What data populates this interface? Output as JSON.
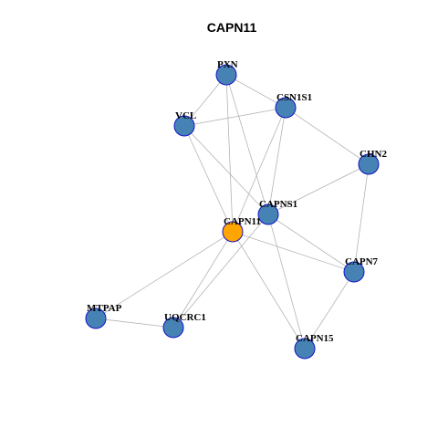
{
  "title": "CAPN11",
  "colors": {
    "node_fill": "#4682b4",
    "node_stroke": "#1414c8",
    "center_fill": "#ffa500",
    "edge": "#b4b4b4"
  },
  "nodes": [
    {
      "id": "PXN",
      "label": "PXN",
      "center": false
    },
    {
      "id": "CSN1S1",
      "label": "CSN1S1",
      "center": false
    },
    {
      "id": "VCL",
      "label": "VCL",
      "center": false
    },
    {
      "id": "CHN2",
      "label": "CHN2",
      "center": false
    },
    {
      "id": "CAPNS1",
      "label": "CAPNS1",
      "center": false
    },
    {
      "id": "CAPN11",
      "label": "CAPN11",
      "center": true
    },
    {
      "id": "CAPN7",
      "label": "CAPN7",
      "center": false
    },
    {
      "id": "MTPAP",
      "label": "MTPAP",
      "center": false
    },
    {
      "id": "UQCRC1",
      "label": "UQCRC1",
      "center": false
    },
    {
      "id": "CAPN15",
      "label": "CAPN15",
      "center": false
    }
  ],
  "edges": [
    [
      "PXN",
      "CSN1S1"
    ],
    [
      "PXN",
      "VCL"
    ],
    [
      "PXN",
      "CAPN11"
    ],
    [
      "PXN",
      "CAPNS1"
    ],
    [
      "CSN1S1",
      "VCL"
    ],
    [
      "CSN1S1",
      "CHN2"
    ],
    [
      "CSN1S1",
      "CAPN11"
    ],
    [
      "CSN1S1",
      "CAPNS1"
    ],
    [
      "VCL",
      "CAPN11"
    ],
    [
      "VCL",
      "CAPNS1"
    ],
    [
      "CHN2",
      "CAPNS1"
    ],
    [
      "CHN2",
      "CAPN7"
    ],
    [
      "CAPNS1",
      "CAPN7"
    ],
    [
      "CAPNS1",
      "CAPN15"
    ],
    [
      "CAPNS1",
      "UQCRC1"
    ],
    [
      "CAPN11",
      "CAPN7"
    ],
    [
      "CAPN11",
      "CAPN15"
    ],
    [
      "CAPN11",
      "MTPAP"
    ],
    [
      "CAPN11",
      "UQCRC1"
    ],
    [
      "CAPN7",
      "CAPN15"
    ],
    [
      "MTPAP",
      "UQCRC1"
    ]
  ]
}
